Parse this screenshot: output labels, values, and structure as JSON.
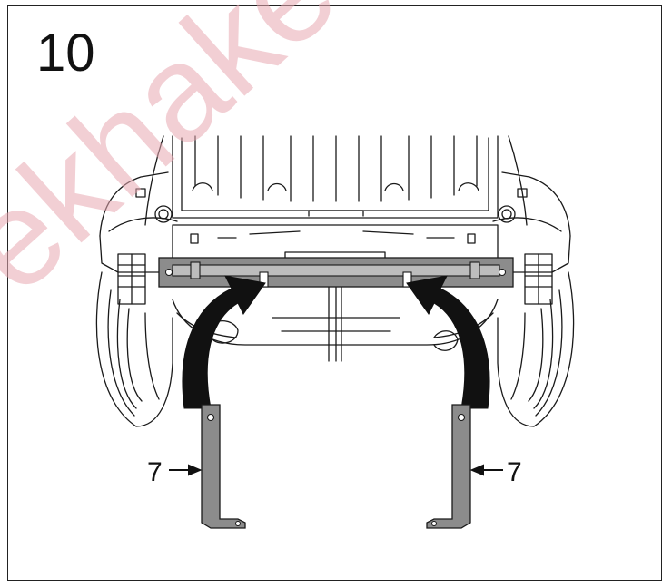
{
  "step": {
    "number": "10"
  },
  "labels": {
    "part_left": "7",
    "part_right": "7"
  },
  "watermark": {
    "text": "ekhake"
  },
  "colors": {
    "line": "#1a1a1a",
    "bar": "#8c8c8c",
    "arrow": "#111111",
    "watermark": "#e8a8b0"
  }
}
